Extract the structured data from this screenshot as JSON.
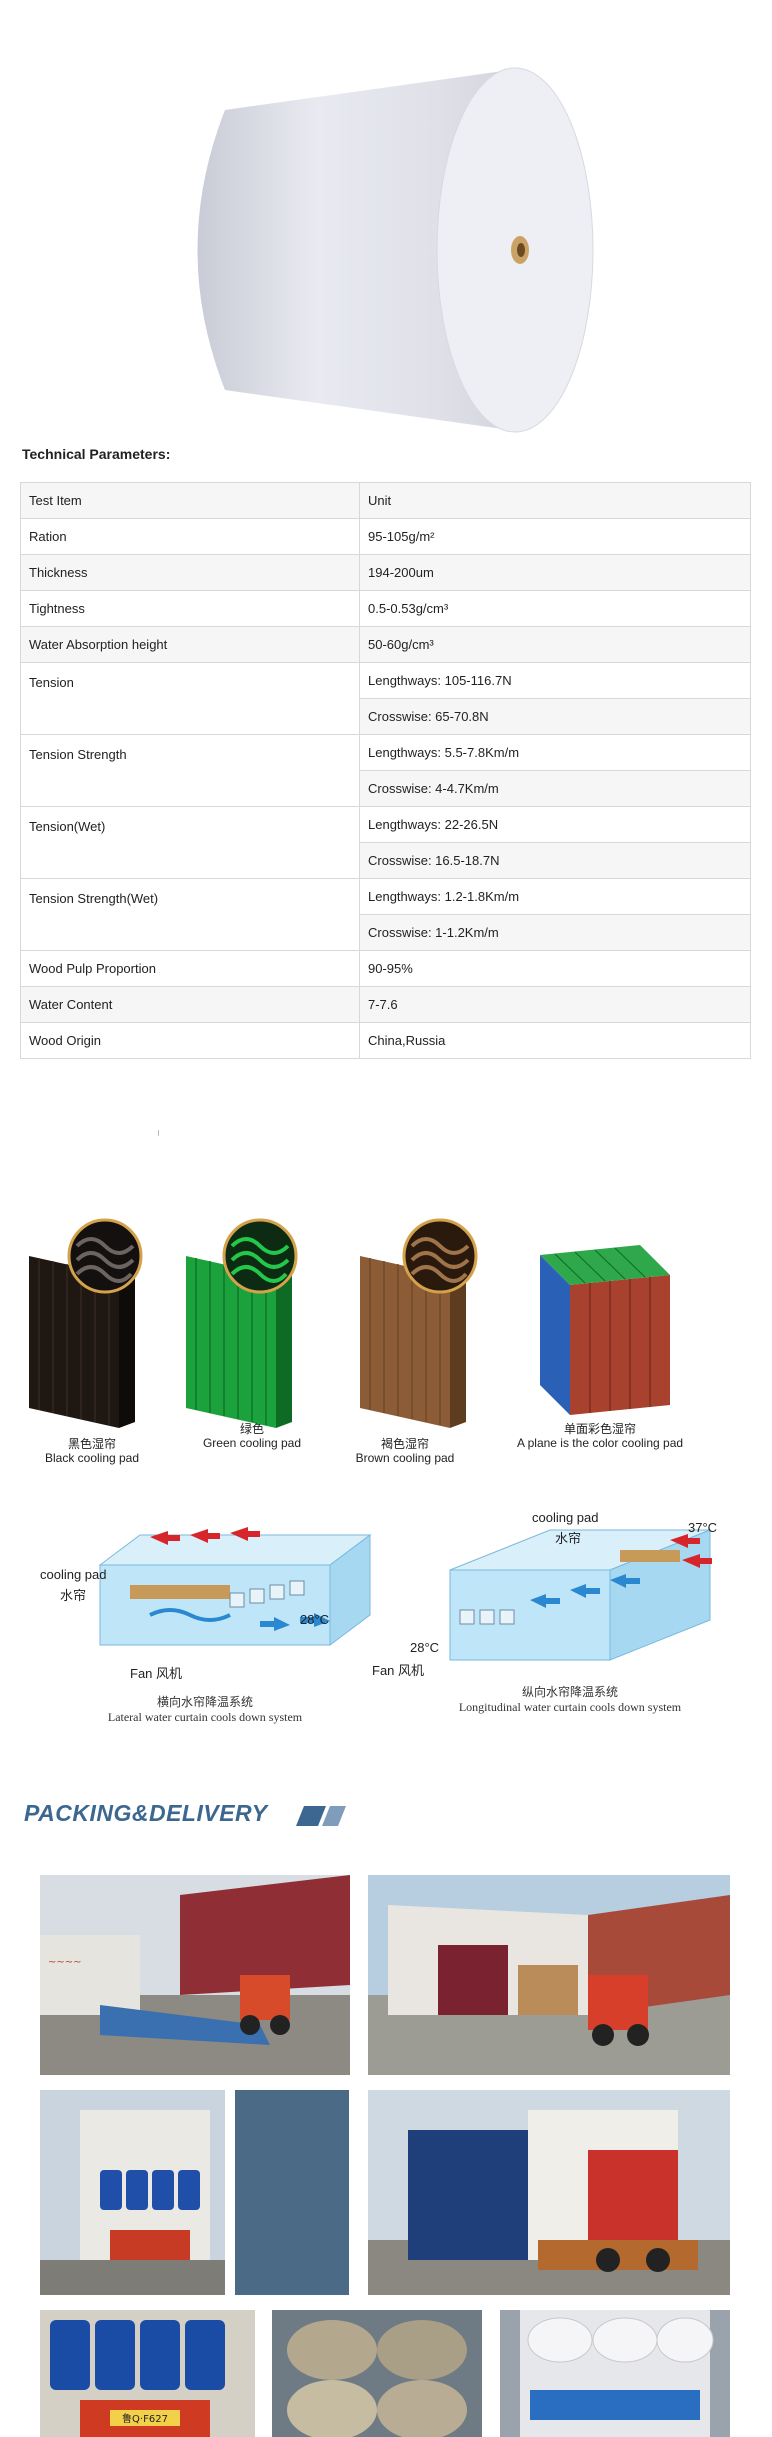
{
  "heading": "Technical Parameters:",
  "table": {
    "rows": [
      {
        "item": "Test Item",
        "value": "Unit"
      },
      {
        "item": "Ration",
        "value": "95-105g/m²"
      },
      {
        "item": "Thickness",
        "value": "194-200um"
      },
      {
        "item": "Tightness",
        "value": "0.5-0.53g/cm³"
      },
      {
        "item": "Water Absorption height",
        "value": "50-60g/cm³"
      },
      {
        "item": "Tension",
        "value": "Lengthways: 105-116.7N",
        "value2": "Crosswise: 65-70.8N"
      },
      {
        "item": "Tension Strength",
        "value": "Lengthways: 5.5-7.8Km/m",
        "value2": "Crosswise: 4-4.7Km/m"
      },
      {
        "item": "Tension(Wet)",
        "value": "Lengthways: 22-26.5N",
        "value2": "Crosswise: 16.5-18.7N"
      },
      {
        "item": "Tension Strength(Wet)",
        "value": "Lengthways: 1.2-1.8Km/m",
        "value2": "Crosswise: 1-1.2Km/m"
      },
      {
        "item": "Wood Pulp Proportion",
        "value": "90-95%"
      },
      {
        "item": "Water Content",
        "value": "7-7.6"
      },
      {
        "item": "Wood Origin",
        "value": "China,Russia"
      }
    ]
  },
  "pads": [
    {
      "cn": "黑色湿帘",
      "en": "Black cooling pad",
      "color": "#1a1410",
      "accent": "#111"
    },
    {
      "cn": "绿色",
      "en": "Green cooling pad",
      "color": "#18a83a",
      "accent": "#0a5d1e"
    },
    {
      "cn": "褐色湿帘",
      "en": "Brown cooling pad",
      "color": "#8a5a34",
      "accent": "#5a3a1e"
    },
    {
      "cn": "单面彩色湿帘",
      "en": "A plane is the color cooling pad",
      "color": "#2fa03a",
      "accent": "#a23323"
    }
  ],
  "diagrams": {
    "lateral": {
      "pad_en": "cooling pad",
      "pad_cn": "水帘",
      "temp": "28°C",
      "fan_en": "Fan",
      "fan_cn": "风机",
      "cap_cn": "横向水帘降温系统",
      "cap_en": "Lateral water curtain cools down system"
    },
    "longitudinal": {
      "pad_en": "cooling pad",
      "pad_cn": "水帘",
      "temp_hot": "37°C",
      "temp_cool": "28°C",
      "fan_en": "Fan",
      "fan_cn": "风机",
      "cap_cn": "纵向水帘降温系统",
      "cap_en": "Longitudinal water curtain cools down system"
    }
  },
  "packing": {
    "title": "PACKING&DELIVERY",
    "truck_plate": "鲁Q·F627"
  },
  "colors": {
    "accent": "#3c6790",
    "border": "#d8d8d8",
    "row_alt": "#f6f6f6"
  }
}
